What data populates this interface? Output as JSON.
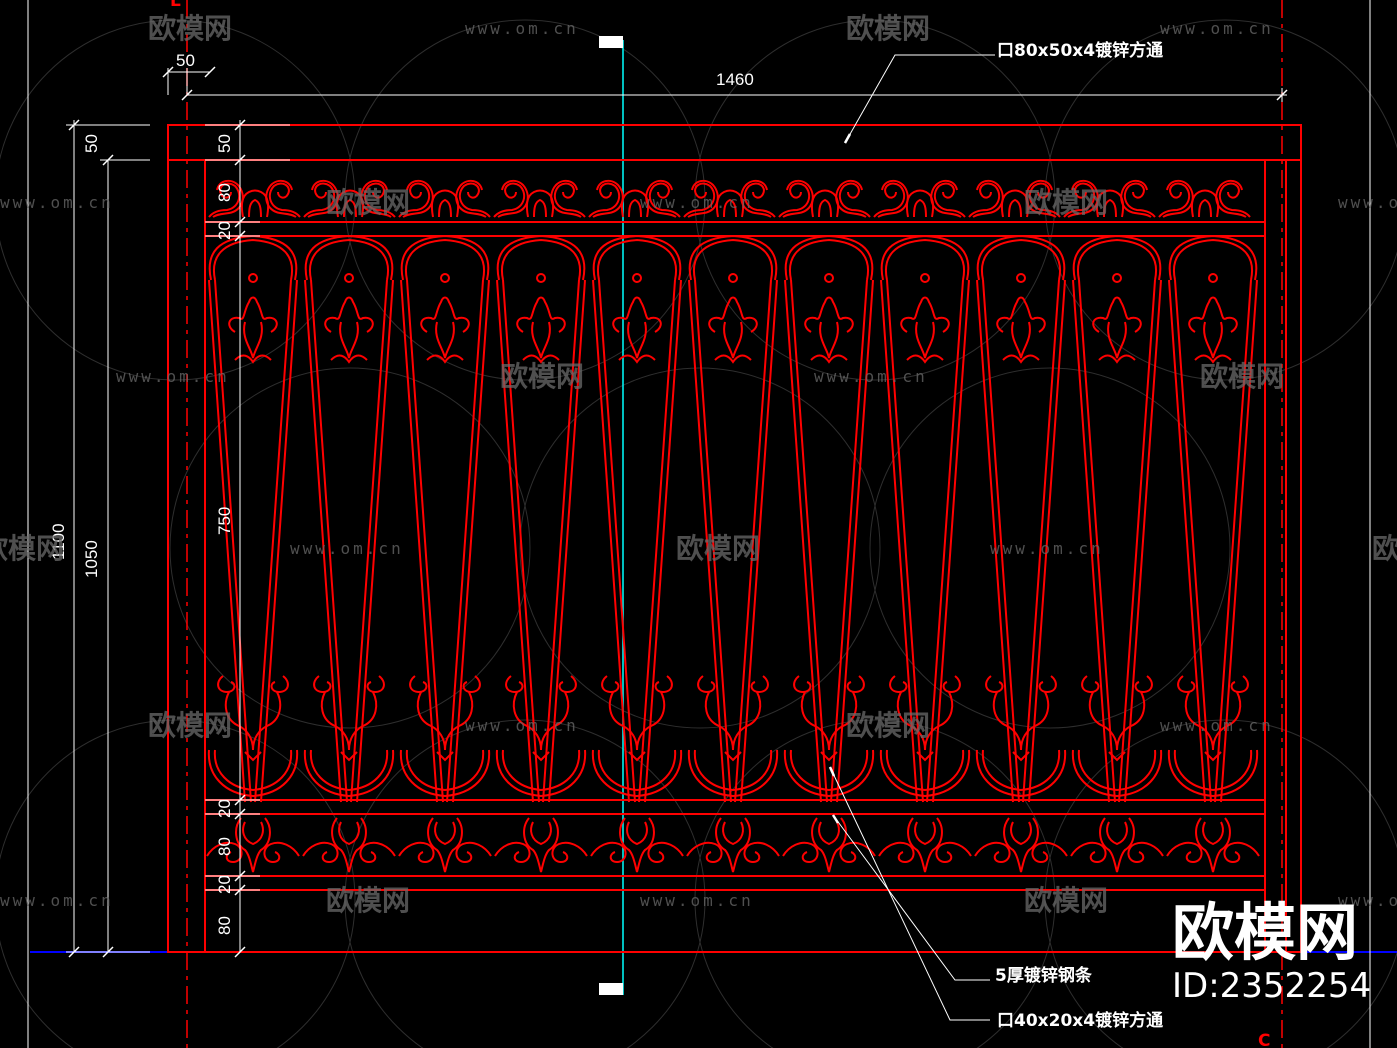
{
  "drawing": {
    "dimensions": {
      "post_width": "50",
      "rail_height_top": "50",
      "rail_height_inner": "50",
      "top_band": "80",
      "spacer_top": "20",
      "middle_panel": "750",
      "spacer_mid": "20",
      "bottom_band": "80",
      "spacer_low": "20",
      "foot": "80",
      "overall_width": "1460",
      "overall_height": "1100",
      "railing_height": "1050"
    },
    "labels": {
      "top_rail": "口80x50x4镀锌方通",
      "flat_bar": "5厚镀锌钢条",
      "lower_rail": "口40x20x4镀锌方通"
    },
    "corner_marks": {
      "top": "L",
      "bottom": "C"
    }
  },
  "watermark": {
    "brand": "欧模网",
    "url": "www.om.cn",
    "id": "ID:2352254"
  },
  "colors": {
    "background": "#000000",
    "rail": "#ff0000",
    "dimension": "#ffffff",
    "centerline": "#00ffff",
    "baseline": "#0000ff",
    "watermark": "#6a6a6a"
  }
}
